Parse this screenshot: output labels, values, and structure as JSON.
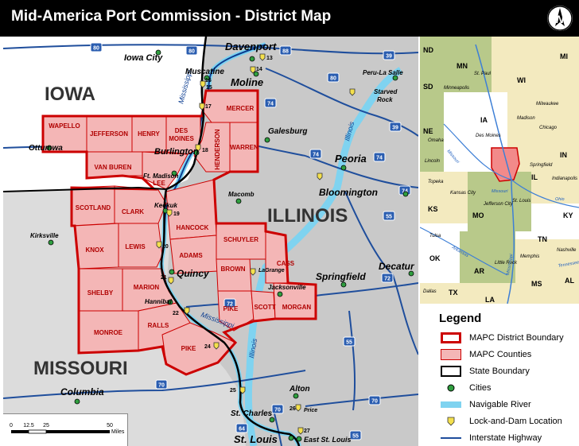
{
  "title": "Mid-America Port Commission - District Map",
  "north_arrow_letter": "N",
  "states_main": [
    "IOWA",
    "ILLINOIS",
    "MISSOURI"
  ],
  "counties": [
    {
      "name": "WAPELLO"
    },
    {
      "name": "JEFFERSON"
    },
    {
      "name": "HENRY"
    },
    {
      "name": "DES"
    },
    {
      "name": "MOINES"
    },
    {
      "name": "MERCER"
    },
    {
      "name": "WARREN"
    },
    {
      "name": "HENDERSON"
    },
    {
      "name": "VAN BUREN"
    },
    {
      "name": "LEE"
    },
    {
      "name": "SCOTLAND"
    },
    {
      "name": "CLARK"
    },
    {
      "name": "HANCOCK"
    },
    {
      "name": "KNOX"
    },
    {
      "name": "LEWIS"
    },
    {
      "name": "ADAMS"
    },
    {
      "name": "SCHUYLER"
    },
    {
      "name": "CASS"
    },
    {
      "name": "BROWN"
    },
    {
      "name": "SHELBY"
    },
    {
      "name": "MARION"
    },
    {
      "name": "MONROE"
    },
    {
      "name": "RALLS"
    },
    {
      "name": "PIKE"
    },
    {
      "name": "PIKE"
    },
    {
      "name": "SCOTT"
    },
    {
      "name": "MORGAN"
    }
  ],
  "cities": [
    "Iowa City",
    "Davenport",
    "Muscatine",
    "Moline",
    "Ottumwa",
    "Burlington",
    "Ft. Madison",
    "Keokuk",
    "Galesburg",
    "Peoria",
    "Macomb",
    "Bloomington",
    "Kirksville",
    "Quincy",
    "Hannibal",
    "LaGrange",
    "Jacksonville",
    "Springfield",
    "Decatur",
    "Columbia",
    "Alton",
    "St. Charles",
    "St. Louis",
    "East St. Louis",
    "Peru-La Salle",
    "Starved",
    "Rock",
    "Price"
  ],
  "rivers": [
    "Mississippi",
    "Mississippi",
    "Illinois",
    "Illinois",
    "Mississippi"
  ],
  "locks": [
    "13",
    "14",
    "15",
    "16",
    "17",
    "18",
    "19",
    "20",
    "21",
    "22",
    "24",
    "25",
    "26",
    "27"
  ],
  "interstates": [
    "80",
    "80",
    "88",
    "39",
    "80",
    "74",
    "74",
    "39",
    "74",
    "74",
    "55",
    "72",
    "72",
    "55",
    "70",
    "70",
    "64",
    "55",
    "70"
  ],
  "inset": {
    "states": [
      "ND",
      "MN",
      "MI",
      "SD",
      "WI",
      "IA",
      "NE",
      "IN",
      "IL",
      "KS",
      "MO",
      "KY",
      "OK",
      "TN",
      "AR",
      "MS",
      "AL",
      "TX",
      "LA"
    ],
    "cities": [
      "St. Paul",
      "Minneapolis",
      "Milwaukee",
      "Madison",
      "Chicago",
      "Des Moines",
      "Omaha",
      "Lincoln",
      "Springfield",
      "Indianapolis",
      "Topeka",
      "Kansas City",
      "Jefferson City",
      "St. Louis",
      "Tulsa",
      "Nashville",
      "Memphis",
      "Little Rock",
      "Dallas"
    ],
    "rivers": [
      "Missouri",
      "Missouri",
      "Ohio",
      "Arkansas",
      "Mississippi",
      "Tennessee"
    ]
  },
  "legend": {
    "heading": "Legend",
    "items": [
      {
        "label": "MAPC District Boundary",
        "symbol": "district-boundary"
      },
      {
        "label": "MAPC Counties",
        "symbol": "county-fill"
      },
      {
        "label": "State Boundary",
        "symbol": "state-boundary"
      },
      {
        "label": "Cities",
        "symbol": "city-dot"
      },
      {
        "label": "Navigable River",
        "symbol": "river"
      },
      {
        "label": "Lock-and-Dam Location",
        "symbol": "lock-marker"
      },
      {
        "label": "Interstate Highway",
        "symbol": "interstate"
      }
    ]
  },
  "scale": {
    "ticks": [
      "0",
      "12.5",
      "25",
      "50"
    ],
    "unit": "Miles"
  },
  "colors": {
    "county_fill": "#f4b6b6",
    "district_boundary": "#cc0000",
    "iowa_fill": "#ffffff",
    "missouri_fill": "#dcdcdc",
    "illinois_fill": "#c9c9c9",
    "river": "#7fd3f0",
    "river_channel": "#0b3d91",
    "interstate": "#1f4e9c",
    "shield": "#2a5db0",
    "city_dot": "#2f9e3f",
    "lock": "#f4e04d",
    "inset_highlight": "#f28a8a"
  }
}
